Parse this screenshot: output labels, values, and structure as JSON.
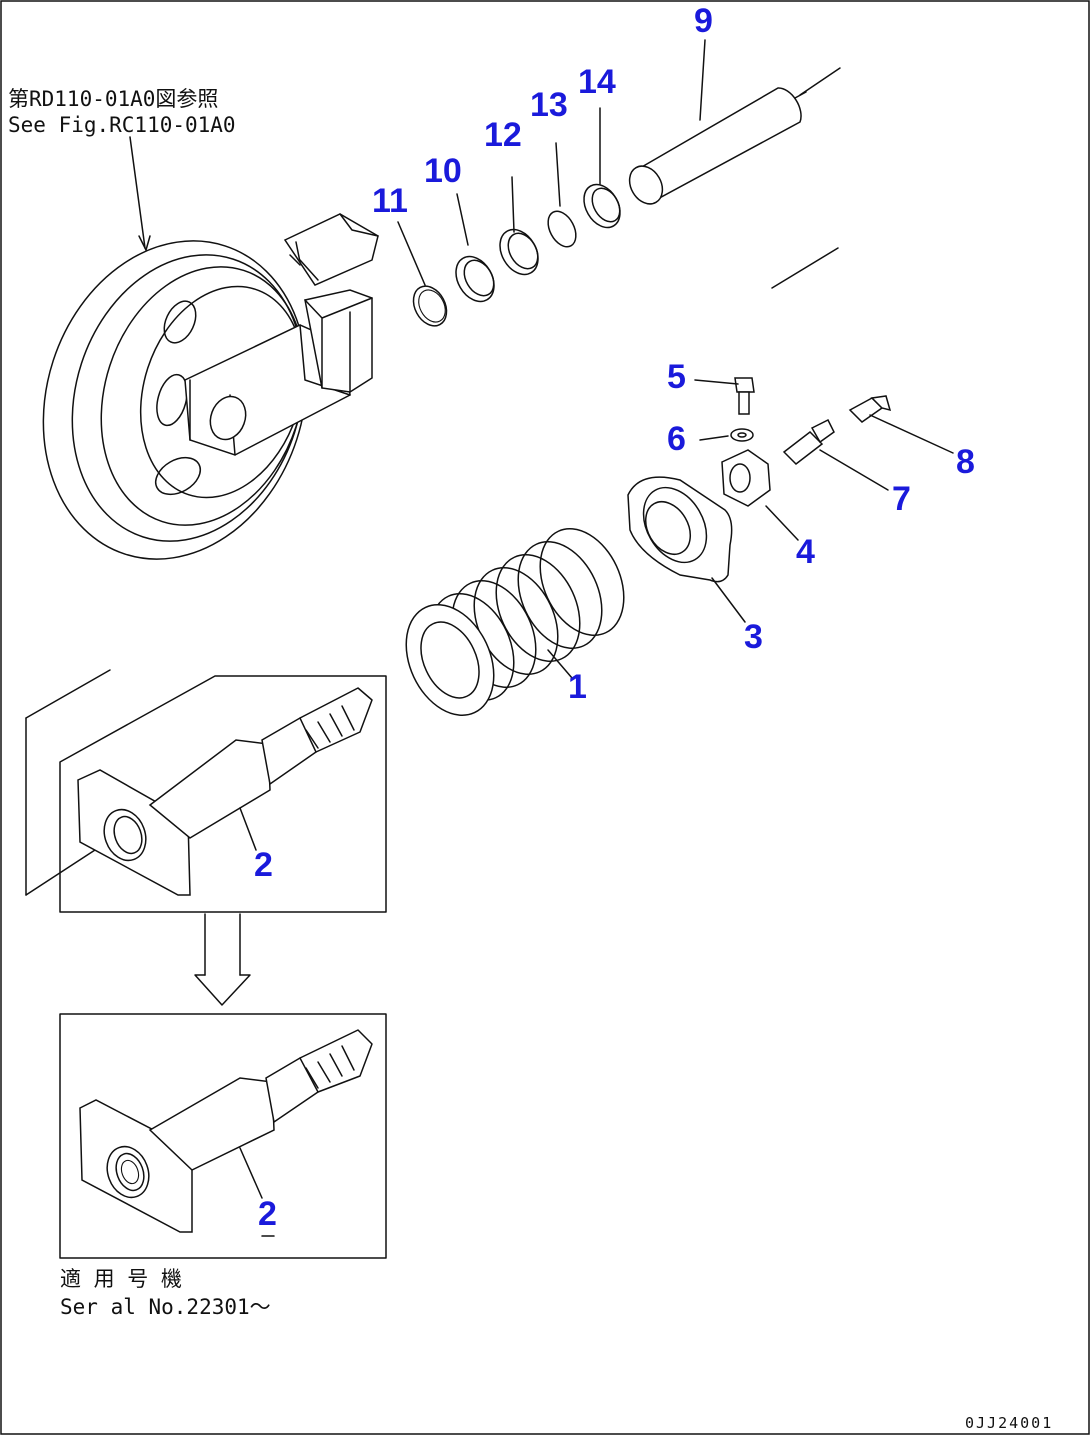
{
  "reference_note": {
    "line1": "第RD110-01A0図参照",
    "line2": "See Fig.RC110-01A0"
  },
  "serial_note": {
    "line1": "適 用 号 機",
    "line2": "Ser al No.22301～"
  },
  "drawing_code": "0JJ24001",
  "callouts": {
    "c1": "1",
    "c2a": "2",
    "c2b": "2",
    "c3": "3",
    "c4": "4",
    "c5": "5",
    "c6": "6",
    "c7": "7",
    "c8": "8",
    "c9": "9",
    "c10": "10",
    "c11": "11",
    "c12": "12",
    "c13": "13",
    "c14": "14"
  },
  "colors": {
    "callout": "#1a1adb",
    "line": "#111111",
    "background": "#ffffff"
  }
}
